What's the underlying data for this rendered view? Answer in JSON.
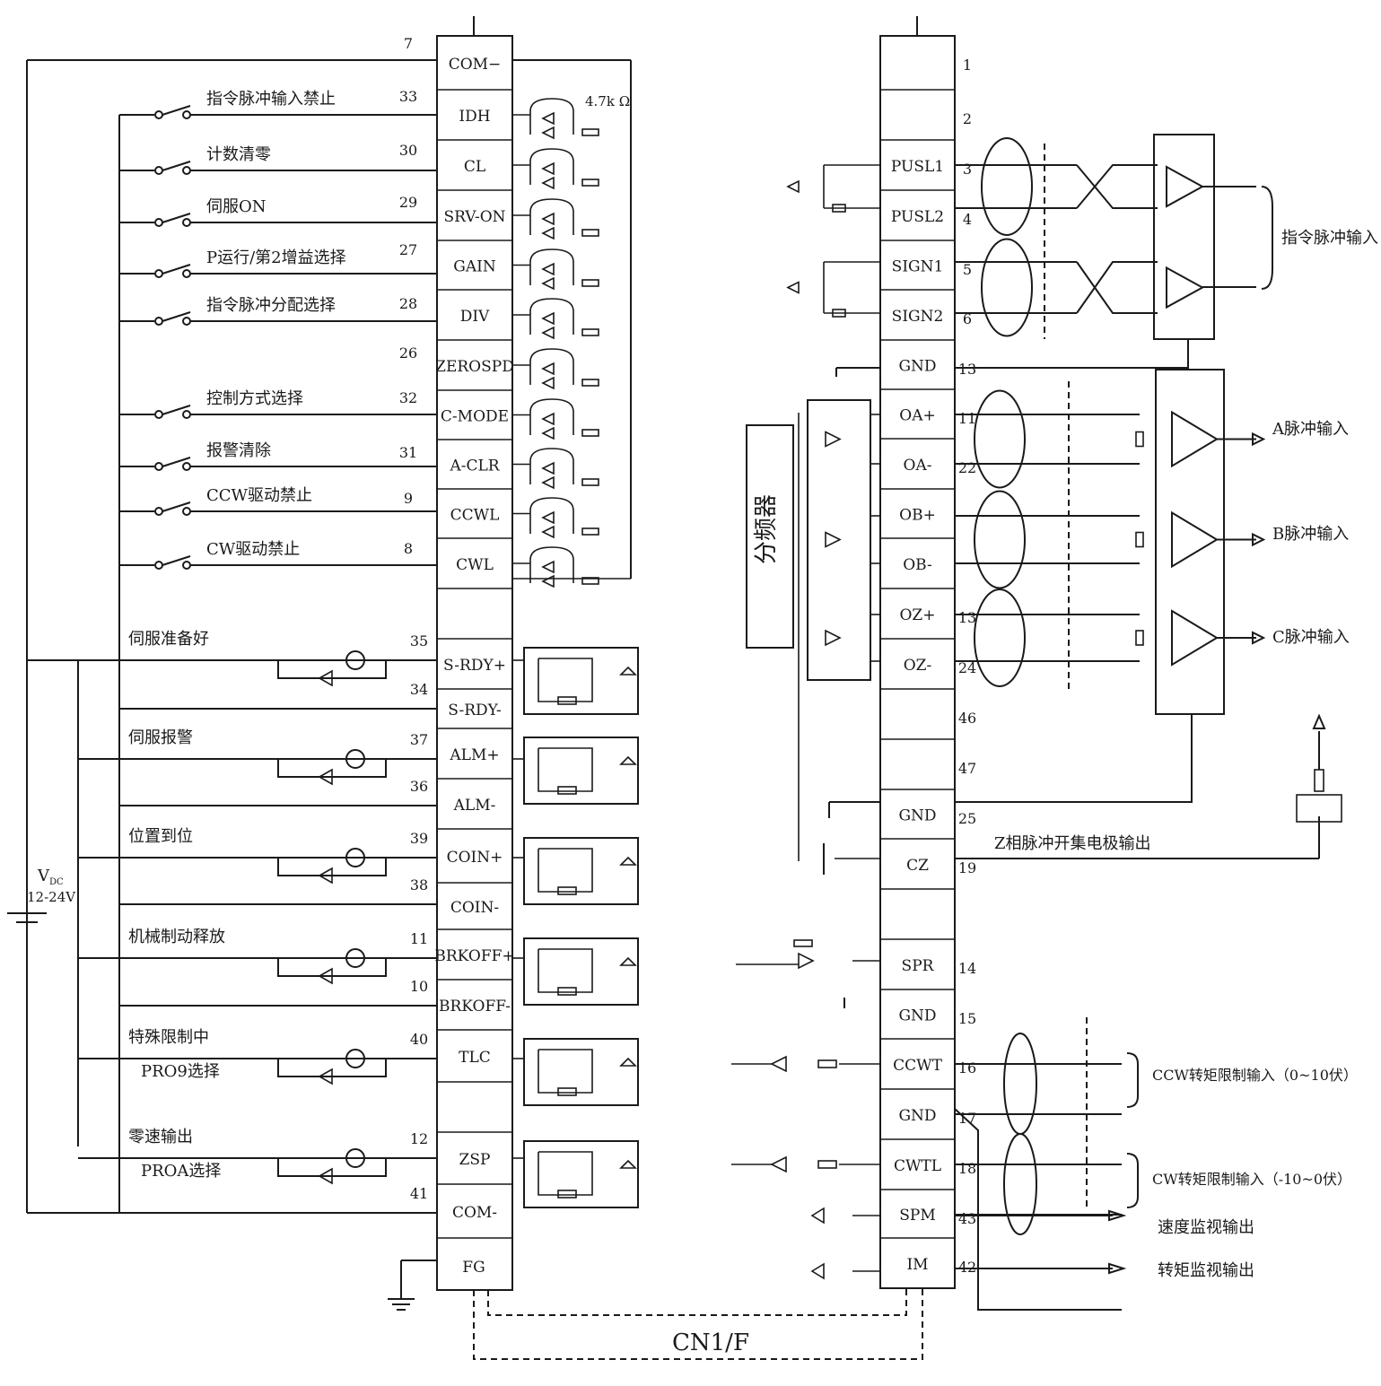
{
  "connector": {
    "name": "CN1/F",
    "left_block": {
      "pins": [
        {
          "num": "7",
          "signal": "COM−",
          "label": ""
        },
        {
          "num": "33",
          "signal": "IDH",
          "label": "指令脉冲输入禁止"
        },
        {
          "num": "30",
          "signal": "CL",
          "label": "计数清零"
        },
        {
          "num": "29",
          "signal": "SRV-ON",
          "label": "伺服ON"
        },
        {
          "num": "27",
          "signal": "GAIN",
          "label": "P运行/第2增益选择"
        },
        {
          "num": "28",
          "signal": "DIV",
          "label": "指令脉冲分配选择"
        },
        {
          "num": "26",
          "signal": "ZEROSPD",
          "label": ""
        },
        {
          "num": "32",
          "signal": "C-MODE",
          "label": "控制方式选择"
        },
        {
          "num": "31",
          "signal": "A-CLR",
          "label": "报警清除"
        },
        {
          "num": "9",
          "signal": "CCWL",
          "label": "CCW驱动禁止"
        },
        {
          "num": "8",
          "signal": "CWL",
          "label": "CW驱动禁止"
        }
      ],
      "resistor_label": "4.7k Ω",
      "outputs": [
        {
          "label": "伺服准备好",
          "label2": "",
          "pos_num": "35",
          "pos_signal": "S-RDY+",
          "neg_num": "34",
          "neg_signal": "S-RDY-"
        },
        {
          "label": "伺服报警",
          "label2": "",
          "pos_num": "37",
          "pos_signal": "ALM+",
          "neg_num": "36",
          "neg_signal": "ALM-"
        },
        {
          "label": "位置到位",
          "label2": "",
          "pos_num": "39",
          "pos_signal": "COIN+",
          "neg_num": "38",
          "neg_signal": "COIN-"
        },
        {
          "label": "机械制动释放",
          "label2": "",
          "pos_num": "11",
          "pos_signal": "BRKOFF+",
          "neg_num": "10",
          "neg_signal": "BRKOFF-"
        },
        {
          "label": "特殊限制中",
          "label2": "PRO9选择",
          "pos_num": "40",
          "pos_signal": "TLC",
          "neg_num": "",
          "neg_signal": ""
        },
        {
          "label": "零速输出",
          "label2": "PROA选择",
          "pos_num": "12",
          "pos_signal": "ZSP",
          "neg_num": "41",
          "neg_signal": "COM-"
        }
      ],
      "fg": "FG",
      "supply_label_1": "V",
      "supply_label_sub": "DC",
      "supply_label_2": "12-24V"
    },
    "right_block": {
      "pins": [
        {
          "num": "1",
          "signal": ""
        },
        {
          "num": "2",
          "signal": ""
        },
        {
          "num": "3",
          "signal": "PUSL1"
        },
        {
          "num": "4",
          "signal": "PUSL2"
        },
        {
          "num": "5",
          "signal": "SIGN1"
        },
        {
          "num": "6",
          "signal": "SIGN2"
        },
        {
          "num": "13",
          "signal": "GND"
        },
        {
          "num": "11",
          "signal": "OA+"
        },
        {
          "num": "22",
          "signal": "OA-"
        },
        {
          "num": "",
          "signal": "OB+"
        },
        {
          "num": "",
          "signal": "OB-"
        },
        {
          "num": "13",
          "signal": "OZ+"
        },
        {
          "num": "24",
          "signal": "OZ-"
        },
        {
          "num": "46",
          "signal": ""
        },
        {
          "num": "47",
          "signal": ""
        },
        {
          "num": "25",
          "signal": "GND"
        },
        {
          "num": "19",
          "signal": "CZ"
        },
        {
          "num": "",
          "signal": ""
        },
        {
          "num": "14",
          "signal": "SPR"
        },
        {
          "num": "15",
          "signal": "GND"
        },
        {
          "num": "16",
          "signal": "CCWT"
        },
        {
          "num": "17",
          "signal": "GND"
        },
        {
          "num": "18",
          "signal": "CWTL"
        },
        {
          "num": "43",
          "signal": "SPM"
        },
        {
          "num": "42",
          "signal": "IM"
        }
      ],
      "divider_label": "分频器",
      "cmd_pulse_label": "指令脉冲输入",
      "a_pulse": "A脉冲输入",
      "b_pulse": "B脉冲输入",
      "c_pulse": "C脉冲输入",
      "z_oc_label": "Z相脉冲开集电极输出",
      "ccw_torque": "CCW转矩限制输入（0~10伏）",
      "cw_torque": "CW转矩限制输入（-10~0伏）",
      "speed_monitor": "速度监视输出",
      "torque_monitor": "转矩监视输出"
    }
  }
}
